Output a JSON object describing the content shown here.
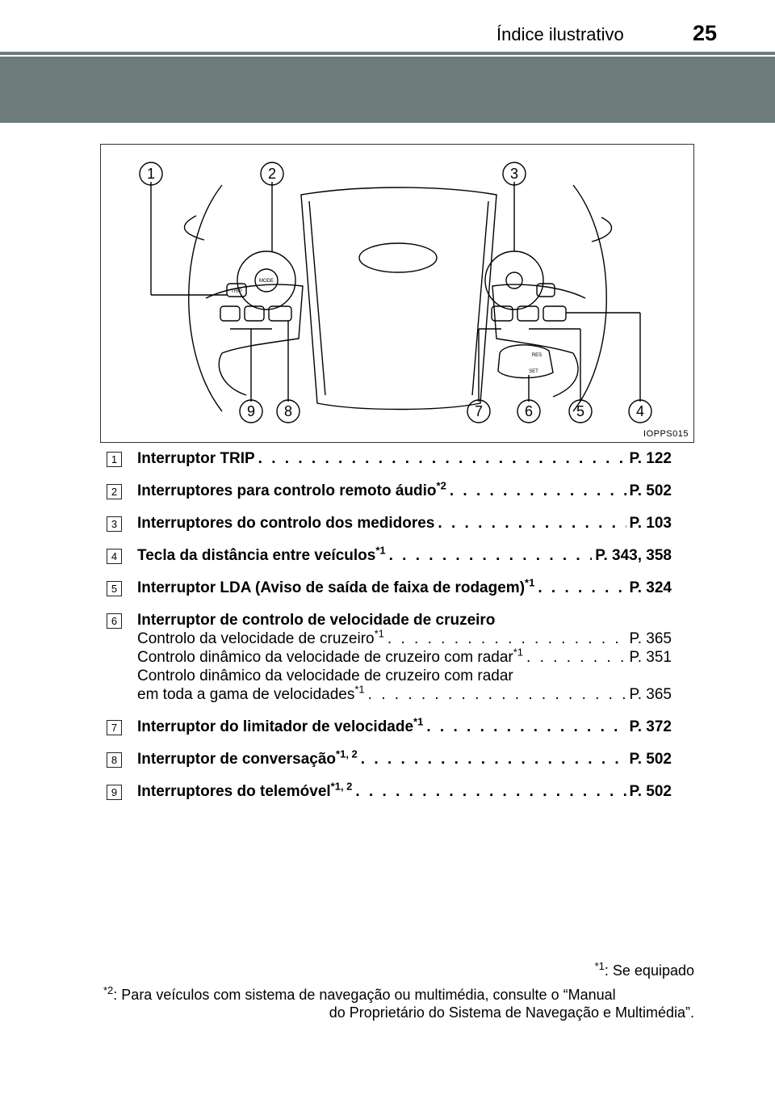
{
  "header": {
    "page_number": "25",
    "section_title": "Índice ilustrativo"
  },
  "figure": {
    "code": "IOPPS015",
    "callout_numbers": [
      "1",
      "2",
      "3",
      "4",
      "5",
      "6",
      "7",
      "8",
      "9"
    ],
    "button_labels": {
      "trip": "TRIP",
      "mode": "MODE",
      "res": "RES",
      "set": "SET"
    }
  },
  "items": [
    {
      "num": "1",
      "label": "Interruptor TRIP ",
      "sup": "",
      "page": "P. 122"
    },
    {
      "num": "2",
      "label": "Interruptores para controlo remoto áudio",
      "sup": "*2",
      "page": "P. 502"
    },
    {
      "num": "3",
      "label": "Interruptores do controlo dos medidores",
      "sup": "",
      "page": "P. 103"
    },
    {
      "num": "4",
      "label": "Tecla da distância entre veículos",
      "sup": "*1",
      "page": "P. 343, 358"
    },
    {
      "num": "5",
      "label": "Interruptor LDA (Aviso de saída de faixa de rodagem)",
      "sup": "*1",
      "page": "P. 324"
    },
    {
      "num": "6",
      "label": "Interruptor de controlo de velocidade de cruzeiro",
      "subitems": [
        {
          "label": "Controlo da velocidade de cruzeiro",
          "sup": "*1",
          "page": "P. 365"
        },
        {
          "label": "Controlo dinâmico da velocidade de cruzeiro com radar",
          "sup": "*1",
          "page": "P. 351"
        },
        {
          "label_line1": "Controlo dinâmico da velocidade de cruzeiro com radar",
          "label": "em toda a gama de velocidades",
          "sup": "*1",
          "page": "P. 365"
        }
      ]
    },
    {
      "num": "7",
      "label": "Interruptor do limitador de velocidade",
      "sup": "*1",
      "page": "P. 372"
    },
    {
      "num": "8",
      "label": "Interruptor de conversação",
      "sup": "*1, 2",
      "page": "P. 502"
    },
    {
      "num": "9",
      "label": "Interruptores do telemóvel",
      "sup": "*1, 2",
      "page": "P. 502"
    }
  ],
  "footnotes": {
    "fn1_mark": "*1",
    "fn1_text": ": Se equipado",
    "fn2_mark": "*2",
    "fn2_line1": ": Para veículos com sistema de navegação ou multimédia, consulte o “Manual",
    "fn2_line2": "do Proprietário do Sistema de Navegação e Multimédia”."
  },
  "colors": {
    "header_band": "#6f7c7c"
  }
}
